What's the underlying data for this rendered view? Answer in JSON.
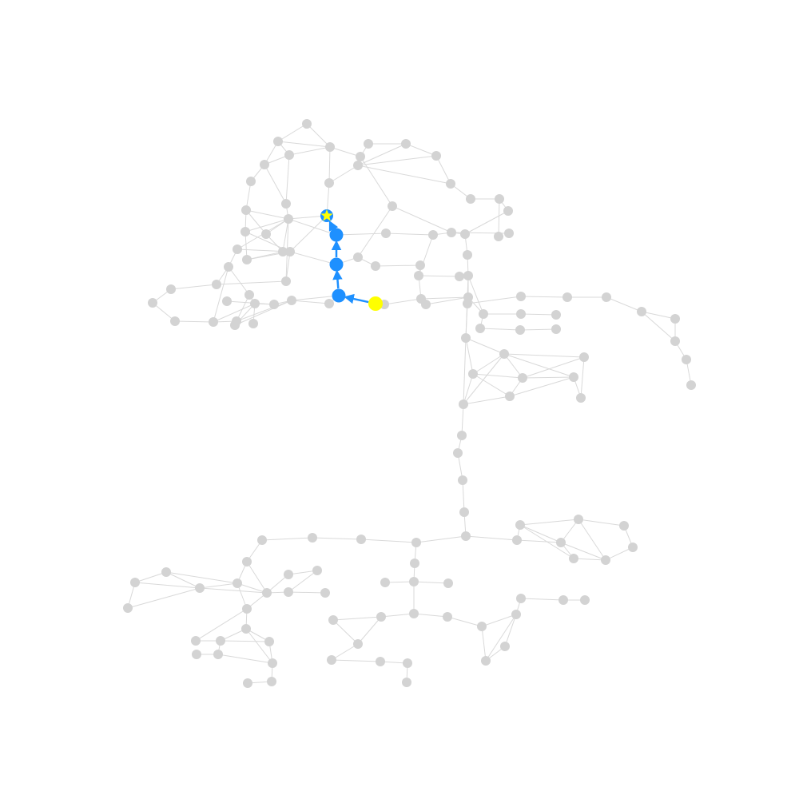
{
  "colors": {
    "node": "#d3d3d3",
    "edge": "#d9d9d9",
    "path": "#1e90ff",
    "start": "#ffff00",
    "target_star": "#ffff00"
  },
  "graph": {
    "description_icons": [
      "start-node-circle",
      "target-star-icon"
    ],
    "path": [
      "start",
      "p1",
      "p2",
      "p3",
      "target"
    ]
  }
}
